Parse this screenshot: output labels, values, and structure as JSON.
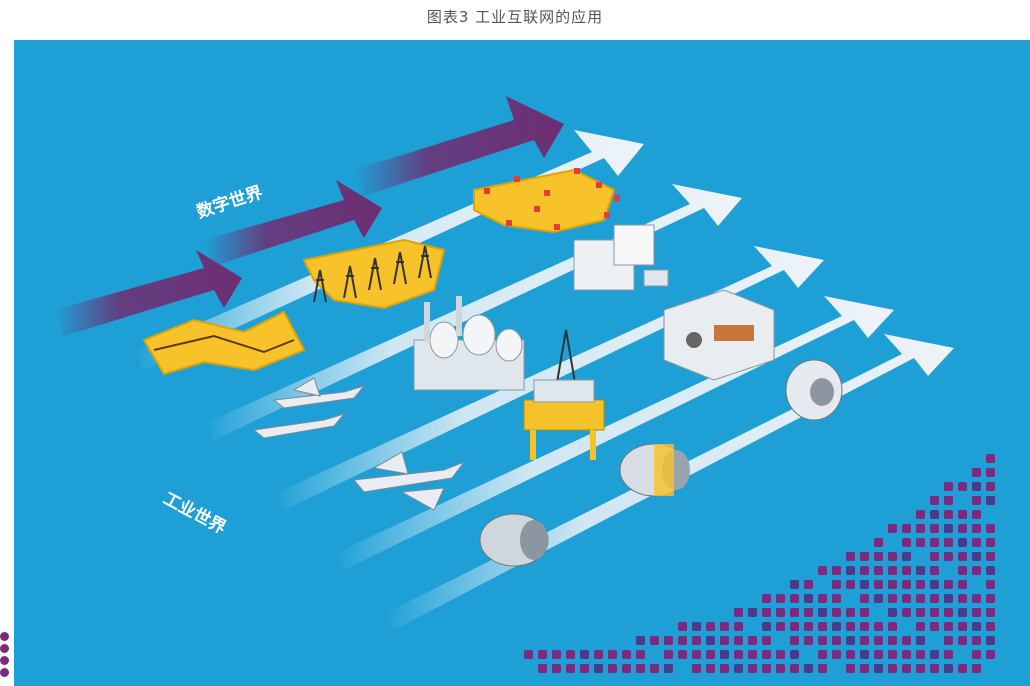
{
  "caption": "图表3 工业互联网的应用",
  "colors": {
    "background": "#1ea0d6",
    "band_purple": "#6e2d72",
    "arrow_white": "#eef3f8",
    "network_yellow": "#f7c22a",
    "label_white": "#ffffff",
    "label_purple": "#6a2a7a"
  },
  "bands": [
    {
      "label": ""
    },
    {
      "label": ""
    },
    {
      "label": ""
    }
  ],
  "worlds": {
    "digital": "数字世界",
    "industrial": "工业世界"
  },
  "rows": [
    {
      "label_start": "",
      "label_end": "",
      "icon": "yellow-network-icon"
    },
    {
      "label_start": "",
      "label_end": "",
      "icon": "power-tower-network-icon"
    },
    {
      "label_start": "",
      "label_end": "",
      "icon": "airplane-fleet-icon"
    },
    {
      "label_start": "",
      "label_end": "",
      "icon": "oil-platform-icon"
    },
    {
      "label_start": "",
      "label_end": "",
      "icon": "jet-engine-icon"
    }
  ]
}
